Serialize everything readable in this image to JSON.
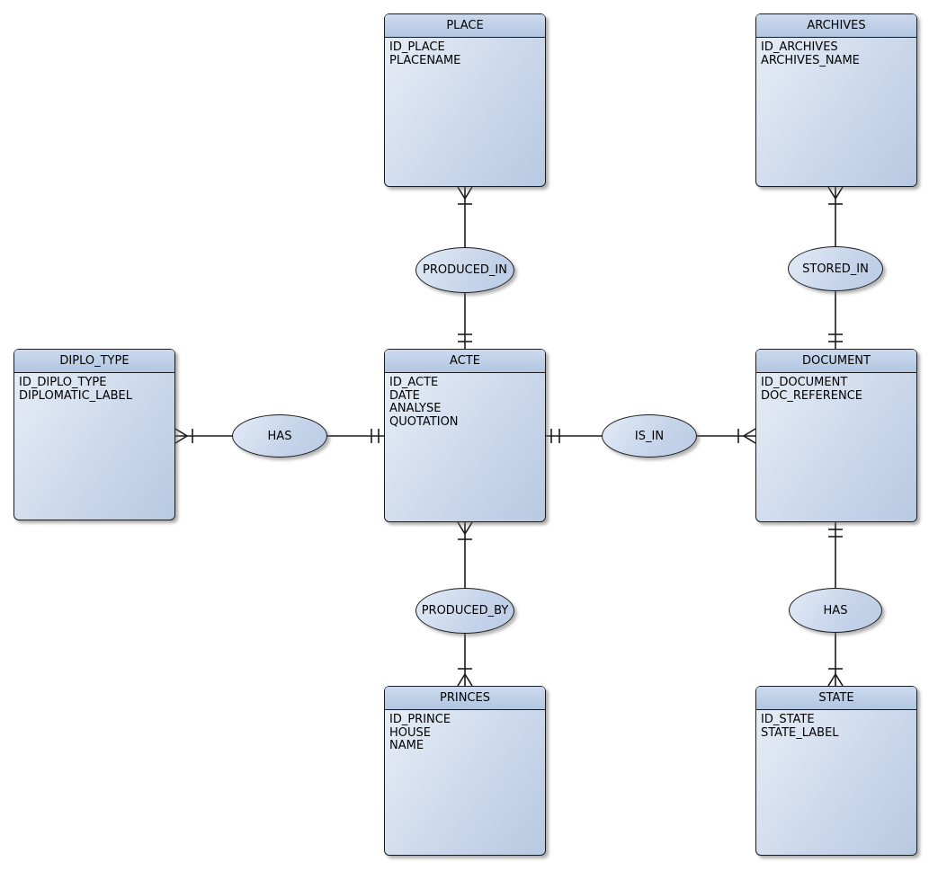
{
  "diagram": {
    "type": "entity-relationship",
    "notation": "crows-foot",
    "background_color": "#ffffff",
    "entity_header_fill": "#bfd1e8",
    "entity_body_fill_light": "#eaeff7",
    "entity_body_fill_dark": "#b7c9e2",
    "border_color": "#1c1c1c"
  },
  "entities": [
    {
      "name": "PLACE",
      "attributes": [
        "ID_PLACE",
        "PLACENAME"
      ]
    },
    {
      "name": "ARCHIVES",
      "attributes": [
        "ID_ARCHIVES",
        "ARCHIVES_NAME"
      ]
    },
    {
      "name": "DIPLO_TYPE",
      "attributes": [
        "ID_DIPLO_TYPE",
        "DIPLOMATIC_LABEL"
      ]
    },
    {
      "name": "ACTE",
      "attributes": [
        "ID_ACTE",
        "DATE",
        "ANALYSE",
        "QUOTATION"
      ]
    },
    {
      "name": "DOCUMENT",
      "attributes": [
        "ID_DOCUMENT",
        "DOC_REFERENCE"
      ]
    },
    {
      "name": "PRINCES",
      "attributes": [
        "ID_PRINCE",
        "HOUSE",
        "NAME"
      ]
    },
    {
      "name": "STATE",
      "attributes": [
        "ID_STATE",
        "STATE_LABEL"
      ]
    }
  ],
  "relationships": [
    {
      "label": "PRODUCED_IN",
      "entity_a": "PLACE",
      "entity_b": "ACTE",
      "marker_at_a": "many (crow's foot + bar)",
      "marker_at_b": "exactly one (double bar)"
    },
    {
      "label": "STORED_IN",
      "entity_a": "ARCHIVES",
      "entity_b": "DOCUMENT",
      "marker_at_a": "many (crow's foot + bar)",
      "marker_at_b": "exactly one (double bar)"
    },
    {
      "label": "HAS",
      "entity_a": "DIPLO_TYPE",
      "entity_b": "ACTE",
      "marker_at_a": "many (crow's foot + bar)",
      "marker_at_b": "exactly one (double bar)"
    },
    {
      "label": "IS_IN",
      "entity_a": "ACTE",
      "entity_b": "DOCUMENT",
      "marker_at_a": "exactly one (double bar)",
      "marker_at_b": "many (crow's foot + bar)"
    },
    {
      "label": "PRODUCED_BY",
      "entity_a": "ACTE",
      "entity_b": "PRINCES",
      "marker_at_a": "many (crow's foot + bar)",
      "marker_at_b": "many (bar + crow's foot)"
    },
    {
      "label": "HAS",
      "entity_a": "DOCUMENT",
      "entity_b": "STATE",
      "marker_at_a": "exactly one (double bar)",
      "marker_at_b": "many (bar + crow's foot)"
    }
  ]
}
